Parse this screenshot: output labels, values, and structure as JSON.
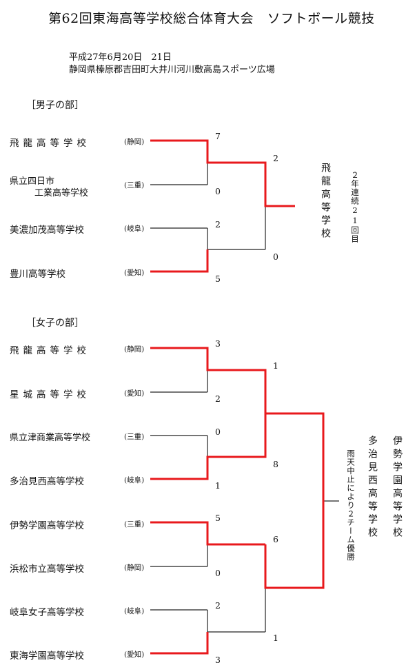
{
  "title": "第62回東海高等学校総合体育大会　ソフトボール競技",
  "dates": "平成27年6月20日　21日",
  "venue": "静岡県榛原郡吉田町大井川河川敷高島スポーツ広場",
  "men": {
    "heading": "［男子の部］",
    "teams": [
      {
        "name": "飛龍高等学校",
        "pref": "(静岡)"
      },
      {
        "name": "県立四日市",
        "name2": "工業高等学校",
        "pref": "(三重)"
      },
      {
        "name": "美濃加茂高等学校",
        "pref": "(岐阜)"
      },
      {
        "name": "豊川高等学校",
        "pref": "(愛知)"
      }
    ],
    "scores": [
      "7",
      "0",
      "2",
      "5",
      "2",
      "0"
    ],
    "champion": "飛龍高等学校",
    "note": "２年連続21回目"
  },
  "women": {
    "heading": "［女子の部］",
    "teams": [
      {
        "name": "飛龍高等学校",
        "pref": "(静岡)"
      },
      {
        "name": "星城高等学校",
        "pref": "(愛知)"
      },
      {
        "name": "県立津商業高等学校",
        "pref": "(三重)"
      },
      {
        "name": "多治見西高等学校",
        "pref": "(岐阜)"
      },
      {
        "name": "伊勢学園高等学校",
        "pref": "(三重)"
      },
      {
        "name": "浜松市立高等学校",
        "pref": "(静岡)"
      },
      {
        "name": "岐阜女子高等学校",
        "pref": "(岐阜)"
      },
      {
        "name": "東海学園高等学校",
        "pref": "(愛知)"
      }
    ],
    "scores": [
      "3",
      "2",
      "0",
      "1",
      "5",
      "0",
      "2",
      "3",
      "1",
      "8",
      "6",
      "1"
    ],
    "champion1": "伊勢学園高等学校",
    "champion2": "多治見西高等学校",
    "note": "雨天中止により２チーム優勝"
  },
  "colors": {
    "winner_line": "#e8191c",
    "line": "#222222"
  }
}
